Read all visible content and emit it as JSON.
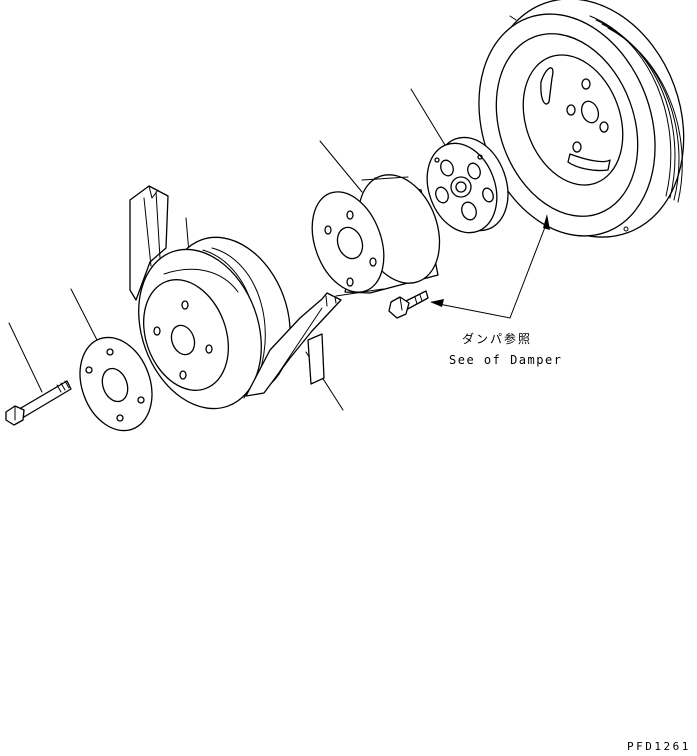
{
  "notes": {
    "reference_ja": "ダンパ参照",
    "reference_en": "See of Damper"
  },
  "drawing_code": "PFD1261"
}
